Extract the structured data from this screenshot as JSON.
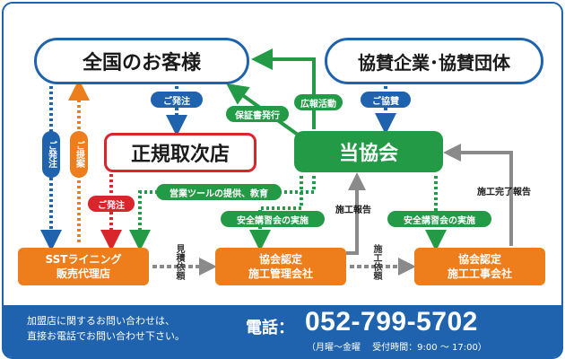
{
  "nodes": {
    "customers": "全国のお客様",
    "sponsors": "協賛企業･協賛団体",
    "agency": "正規取次店",
    "association": "当協会",
    "sst_line1": "SSTライニング",
    "sst_line2": "販売代理店",
    "mgmt_line1": "協会認定",
    "mgmt_line2": "施工管理会社",
    "const_line1": "協会認定",
    "const_line2": "施工工事会社"
  },
  "edge_labels": {
    "order_sst": "ご発注",
    "propose": "ご提案",
    "order_agency": "ご発注",
    "sponsorship": "ご協賛",
    "guarantee": "保証書発行",
    "pr": "広報活動",
    "order_red": "ご発注",
    "sales_tools": "営業ツールの提供、教育",
    "safety_mgmt": "安全講習会の実施",
    "safety_const": "安全講習会の実施",
    "construction_report": "施工報告",
    "completion_report": "施工完了報告",
    "estimate_request": "見積依頼",
    "construction_request": "施工依頼"
  },
  "colors": {
    "blue": "#1f62ad",
    "green": "#239b46",
    "orange": "#ee7d1b",
    "red": "#d8262c",
    "gray": "#8a8a8a"
  },
  "footer": {
    "note_line1": "加盟店に関するお問い合わせは、",
    "note_line2": "直接お電話でお問い合わせ下さい。",
    "tel_label": "電話：",
    "tel_number": "052-799-5702",
    "hours": "（月曜～金曜　 受付時間：9:00 ～ 17:00）"
  }
}
